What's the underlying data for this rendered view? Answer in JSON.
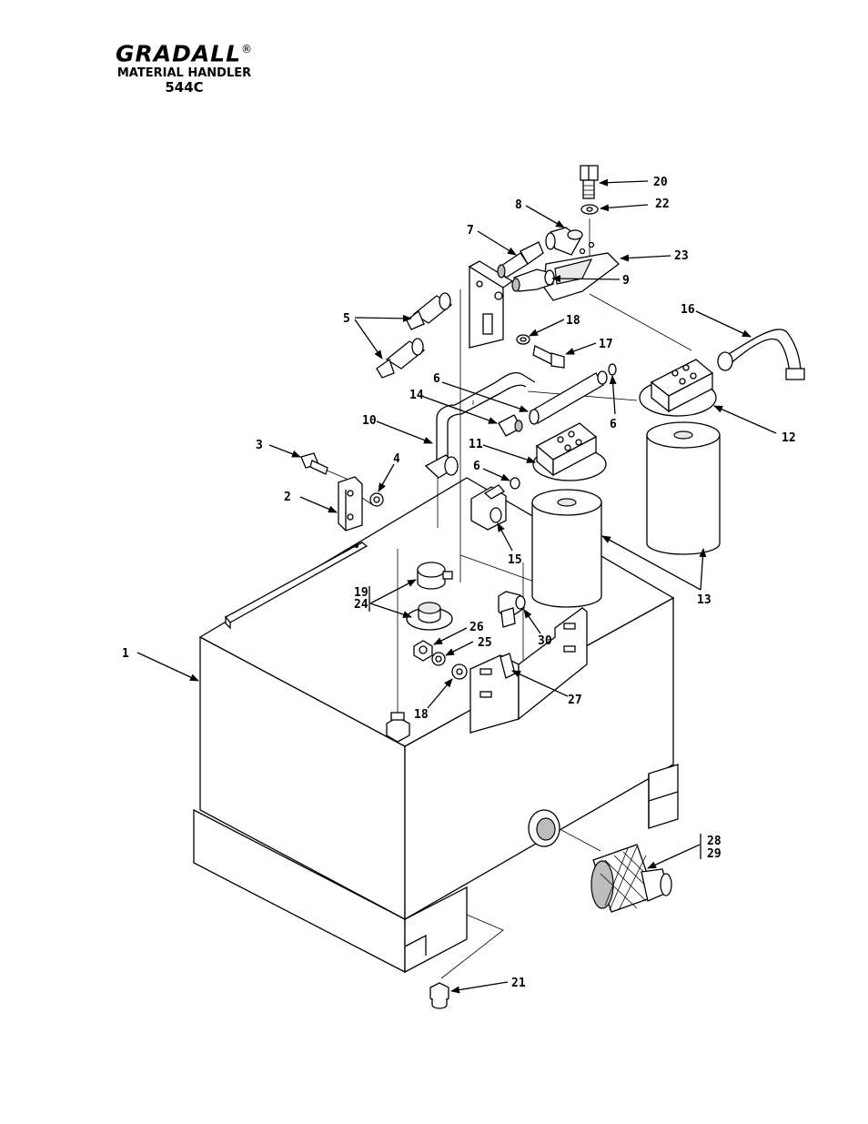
{
  "header": {
    "brand": "GRADALL",
    "registered": "®",
    "subtitle": "MATERIAL HANDLER",
    "model": "544C"
  },
  "callouts": [
    {
      "id": "c1",
      "text": "1"
    },
    {
      "id": "c2",
      "text": "2"
    },
    {
      "id": "c3",
      "text": "3"
    },
    {
      "id": "c4",
      "text": "4"
    },
    {
      "id": "c5",
      "text": "5"
    },
    {
      "id": "c6a",
      "text": "6"
    },
    {
      "id": "c6b",
      "text": "6"
    },
    {
      "id": "c6c",
      "text": "6"
    },
    {
      "id": "c7",
      "text": "7"
    },
    {
      "id": "c8",
      "text": "8"
    },
    {
      "id": "c9",
      "text": "9"
    },
    {
      "id": "c10",
      "text": "10"
    },
    {
      "id": "c11",
      "text": "11"
    },
    {
      "id": "c12",
      "text": "12"
    },
    {
      "id": "c13",
      "text": "13"
    },
    {
      "id": "c14",
      "text": "14"
    },
    {
      "id": "c15",
      "text": "15"
    },
    {
      "id": "c16",
      "text": "16"
    },
    {
      "id": "c17",
      "text": "17"
    },
    {
      "id": "c18a",
      "text": "18"
    },
    {
      "id": "c18b",
      "text": "18"
    },
    {
      "id": "c19",
      "text": "19"
    },
    {
      "id": "c24",
      "text": "24"
    },
    {
      "id": "c20",
      "text": "20"
    },
    {
      "id": "c21",
      "text": "21"
    },
    {
      "id": "c22",
      "text": "22"
    },
    {
      "id": "c23",
      "text": "23"
    },
    {
      "id": "c25",
      "text": "25"
    },
    {
      "id": "c26",
      "text": "26"
    },
    {
      "id": "c27",
      "text": "27"
    },
    {
      "id": "c28",
      "text": "28"
    },
    {
      "id": "c29",
      "text": "29"
    },
    {
      "id": "c30",
      "text": "30"
    }
  ]
}
